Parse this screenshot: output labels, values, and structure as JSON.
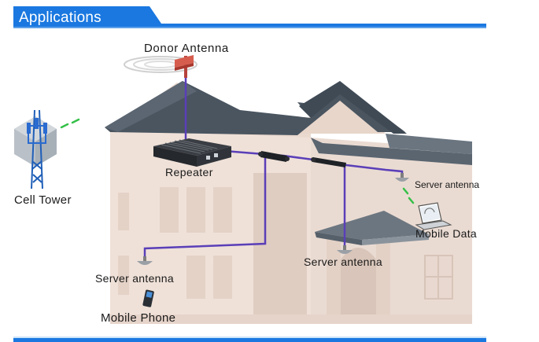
{
  "header": {
    "title": "Applications"
  },
  "labels": {
    "donor_antenna": "Donor Antenna",
    "repeater": "Repeater",
    "cell_tower": "Cell Tower",
    "server_antenna_top": "Server antenna",
    "mobile_data": "Mobile Data",
    "server_antenna_middle": "Server antenna",
    "server_antenna_left": "Server antenna",
    "mobile_phone": "Mobile Phone"
  },
  "colors": {
    "header_blue": "#1a78e0",
    "cable_purple": "#5a3fb8",
    "roof_dark": "#4a5560",
    "wall": "#e8d8cf",
    "signal_green": "#35c048"
  },
  "icons": [
    "donor-antenna-icon",
    "cell-tower-icon",
    "repeater-icon",
    "splitter-icon",
    "coupler-icon",
    "ceiling-antenna-icon",
    "laptop-icon",
    "mobile-phone-icon"
  ]
}
